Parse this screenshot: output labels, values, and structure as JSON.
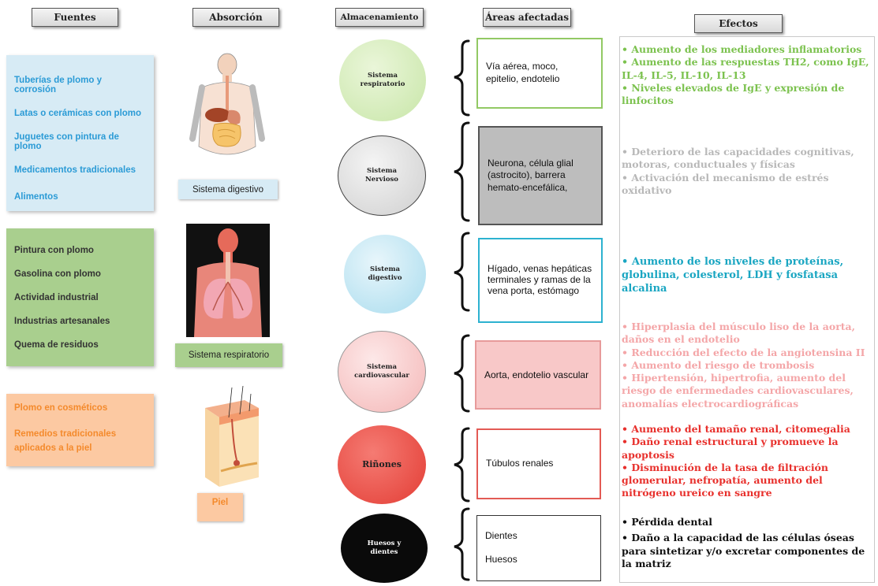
{
  "headers": {
    "fuentes": "Fuentes",
    "absorcion": "Absorción",
    "almacenamiento": "Almacenamiento",
    "areas": "Áreas afectadas",
    "efectos": "Efectos"
  },
  "fuentes": {
    "group1": [
      "Tuberías de plomo y corrosión",
      "Latas o cerámicas con plomo",
      "Juguetes con pintura de plomo",
      "Medicamentos tradicionales",
      "Alimentos"
    ],
    "group2": [
      "Pintura con plomo",
      "Gasolina con plomo",
      "Actividad industrial",
      "Industrias artesanales",
      "Quema de residuos"
    ],
    "group3": [
      "Plomo en cosméticos",
      "Remedios tradicionales aplicados a la piel"
    ]
  },
  "absorcion": {
    "digestivo": "Sistema digestivo",
    "respiratorio": "Sistema respiratorio",
    "piel": "Piel"
  },
  "almacenamiento": [
    {
      "line1": "Sistema",
      "line2": "respiratorio"
    },
    {
      "line1": "Sistema",
      "line2": "Nervioso"
    },
    {
      "line1": "Sistema",
      "line2": "digestivo"
    },
    {
      "line1": "Sistema",
      "line2": "cardiovascular"
    },
    {
      "line1": "Riñones",
      "line2": ""
    },
    {
      "line1": "Huesos y",
      "line2": "dientes"
    }
  ],
  "areas": [
    "Vía aérea, moco, epitelio, endotelio",
    "Neurona, célula glial (astrocito), barrera hemato-encefálica,",
    "Hígado, venas hepáticas terminales y ramas de la vena porta, estómago",
    "Aorta, endotelio vascular",
    "Túbulos renales",
    "Dientes",
    "Huesos"
  ],
  "efectos": {
    "respiratorio": [
      "• Aumento de los mediadores inflamatorios",
      "• Aumento de las respuestas TH2, como IgE, IL-4, IL-5, IL-10, IL-13",
      "• Niveles elevados de IgE y expresión de linfocitos"
    ],
    "nervioso": [
      "• Deterioro de las capacidades cognitivas, motoras, conductuales y físicas",
      "• Activación del mecanismo de estrés oxidativo"
    ],
    "digestivo": [
      "• Aumento de los niveles de proteínas, globulina, colesterol, LDH y fosfatasa alcalina"
    ],
    "cardiovascular": [
      "• Hiperplasia del músculo liso de la aorta, daños en el endotelio",
      "• Reducción del efecto de la angiotensina II",
      "• Aumento del riesgo de trombosis",
      "• Hipertensión, hipertrofia, aumento del riesgo de enfermedades cardiovasculares, anomalías electrocardiográficas"
    ],
    "renal": [
      "• Aumento del tamaño renal, citomegalia",
      "• Daño renal estructural y promueve la apoptosis",
      "• Disminución de la tasa de filtración glomerular, nefropatía, aumento del nitrógeno ureico en sangre"
    ],
    "huesos": [
      "• Pérdida dental",
      "• Daño a la capacidad de las células óseas para sintetizar y/o excretar componentes de la matriz"
    ]
  },
  "colors": {
    "blue_text": "#2b9bd6",
    "blue_bg": "#d7ebf5",
    "green_text": "#333333",
    "green_bg": "#a9cf8e",
    "orange_text": "#f48a2c",
    "orange_bg": "#fcc9a2",
    "eff_green": "#7cc24f",
    "eff_gray": "#b8b8b8",
    "eff_teal": "#1aa6c2",
    "eff_pink": "#f4a6a8",
    "eff_red": "#e8302c",
    "eff_black": "#111111"
  }
}
